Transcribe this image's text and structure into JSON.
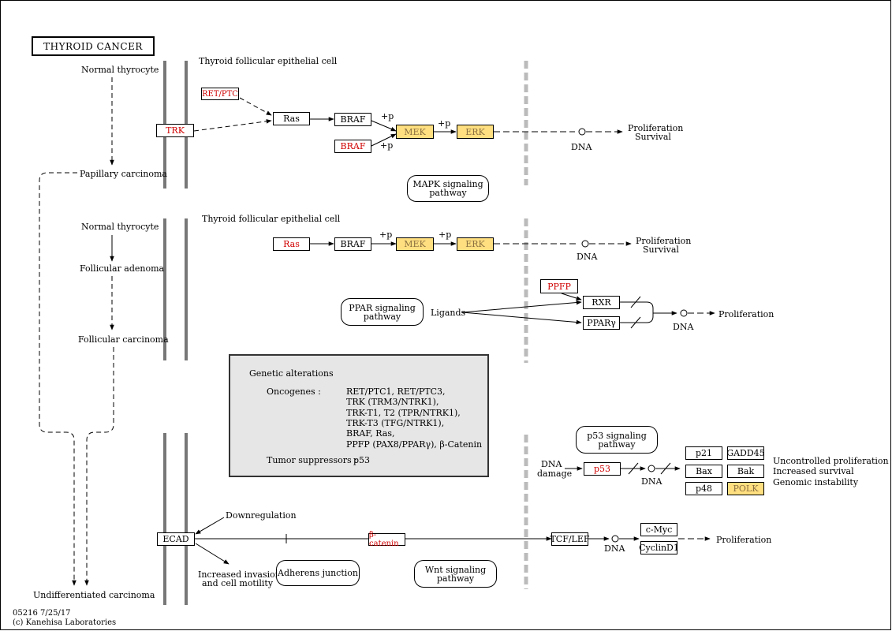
{
  "title": "THYROID CANCER",
  "cell_label": "Thyroid follicular epithelial cell",
  "footer": {
    "id_date": "05216 7/25/17",
    "copyright": "(c) Kanehisa Laboratories"
  },
  "left_column": {
    "normal_thyrocyte": "Normal thyrocyte",
    "papillary": "Papillary carcinoma",
    "follicular_adenoma": "Follicular adenoma",
    "follicular_carcinoma": "Follicular carcinoma",
    "undifferentiated": "Undifferentiated carcinoma"
  },
  "genes": {
    "ret_ptc": "RET/PTC",
    "trk": "TRK",
    "ras": "Ras",
    "braf": "BRAF",
    "mek": "MEK",
    "erk": "ERK",
    "ppfp": "PPFP",
    "rxr": "RXR",
    "ppar": "PPARγ",
    "p53": "p53",
    "p21": "p21",
    "gadd45": "GADD45",
    "bax": "Bax",
    "bak": "Bak",
    "p48": "p48",
    "polk": "POLK",
    "ecad": "ECAD",
    "catenin": "β-catenin",
    "tcflef": "TCF/LEF",
    "cmyc": "c-Myc",
    "cyclind1": "CyclinD1"
  },
  "pathways": {
    "mapk": [
      "MAPK signaling",
      "pathway"
    ],
    "ppar": [
      "PPAR signaling",
      "pathway"
    ],
    "p53": [
      "p53 signaling",
      "pathway"
    ],
    "adherens": "Adherens junction",
    "wnt": [
      "Wnt signaling",
      "pathway"
    ]
  },
  "labels": {
    "p": "+p",
    "dna": "DNA",
    "proliferation": "Proliferation",
    "survival": "Survival",
    "ligands": "Ligands",
    "dna_damage": [
      "DNA",
      "damage"
    ],
    "uncontrolled": "Uncontrolled proliferation",
    "increased_survival": "Increased survival",
    "genomic_instability": "Genomic instability",
    "downregulation": "Downregulation",
    "invasion": [
      "Increased invasion",
      "and cell motility"
    ]
  },
  "legend": {
    "heading": "Genetic alterations",
    "oncogenes_label": "Oncogenes :",
    "oncogenes": [
      "RET/PTC1, RET/PTC3,",
      "TRK (TRM3/NTRK1),",
      "TRK-T1, T2 (TPR/NTRK1),",
      "TRK-T3 (TFG/NTRK1),",
      "BRAF, Ras,",
      "PPFP (PAX8/PPARγ), β-Catenin"
    ],
    "suppressors_label": "Tumor suppressors :",
    "suppressors": "p53"
  },
  "colors": {
    "mutated_text": "#d00000",
    "highlight_fill": "#ffdf80",
    "membrane": "#777777",
    "dashed_barrier": "#bbbbbb",
    "legend_fill": "#e6e6e6"
  }
}
